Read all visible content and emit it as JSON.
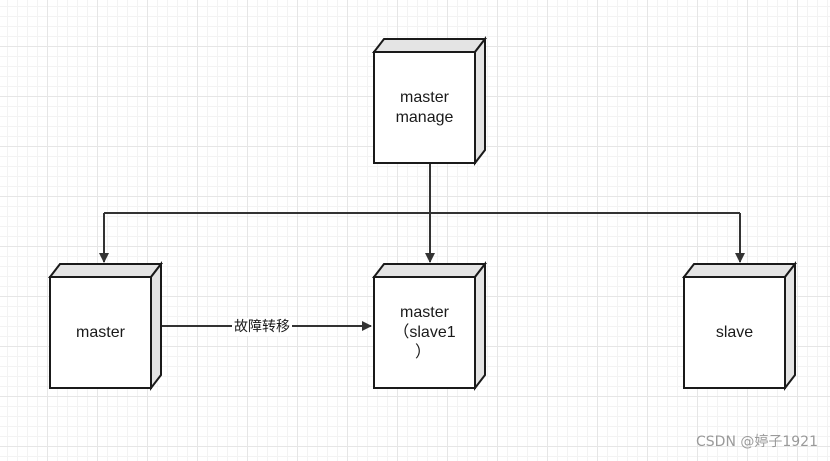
{
  "nodes": {
    "master_manage": {
      "line1": "master",
      "line2": "manage"
    },
    "master_left": {
      "label": "master"
    },
    "master_slave1": {
      "line1": "master",
      "line2": "（slave1",
      "line3": "）"
    },
    "slave": {
      "label": "slave"
    }
  },
  "edges": {
    "failover_label": "故障转移"
  },
  "watermark": "CSDN @婷子1921",
  "colors": {
    "box_front": "#ffffff",
    "box_side": "#e4e4e4",
    "stroke": "#1a1a1a",
    "connector": "#333333"
  }
}
